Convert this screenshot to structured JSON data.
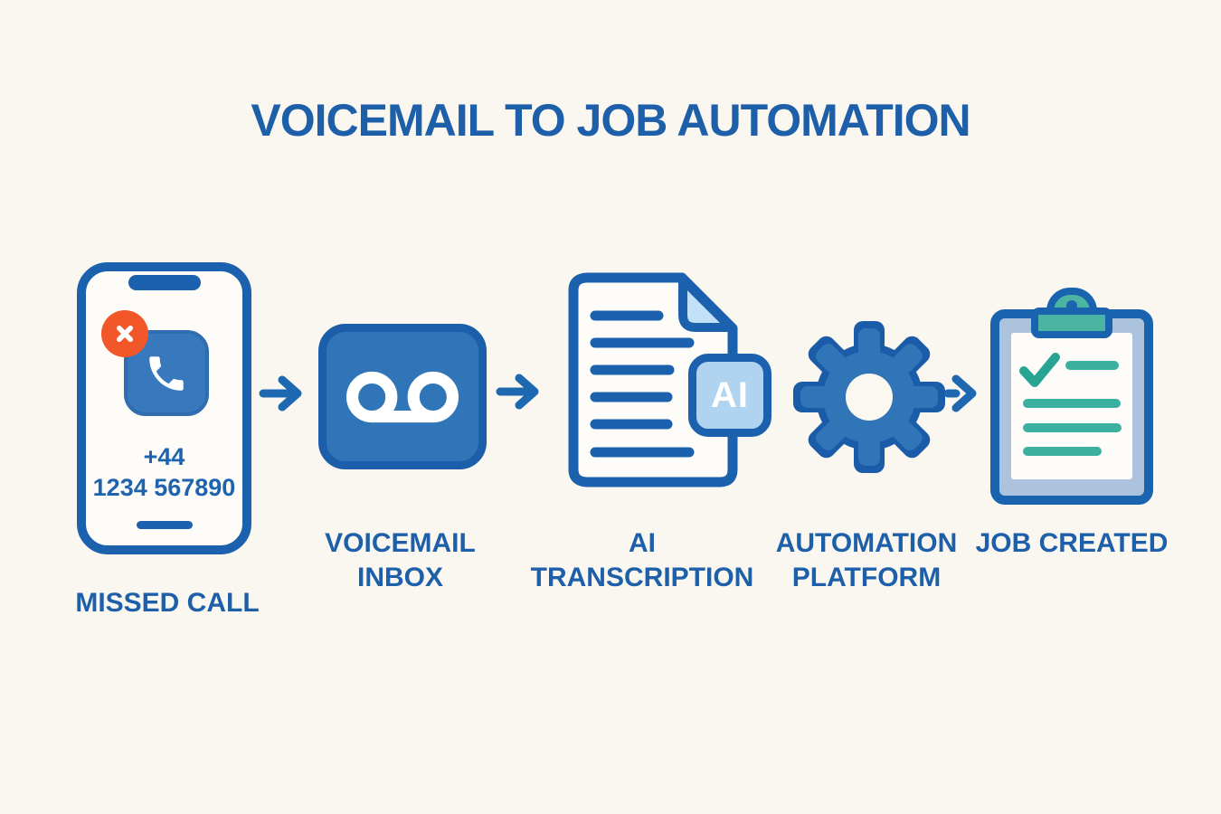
{
  "title": "VOICEMAIL TO JOB AUTOMATION",
  "steps": [
    {
      "id": "missed-call",
      "label": "MISSED CALL",
      "phone": {
        "country_code": "+44",
        "number": "1234 567890"
      }
    },
    {
      "id": "voicemail-inbox",
      "label": "VOICEMAIL INBOX"
    },
    {
      "id": "ai-transcription",
      "label": "AI TRANSCRIPTION",
      "badge": "AI"
    },
    {
      "id": "automation-platform",
      "label": "AUTOMATION PLATFORM"
    },
    {
      "id": "job-created",
      "label": "JOB CREATED"
    }
  ],
  "colors": {
    "background": "#faf7f1",
    "primary_blue_text": "#1e5faa",
    "icon_fill_blue": "#2f75b8",
    "icon_border_blue": "#1c61ae",
    "light_blue": "#b0d4ef",
    "alert_orange": "#f2572a",
    "teal": "#4bb4a3",
    "clipboard_gray_blue": "#abc3dc",
    "white": "#ffffff"
  },
  "icons": [
    "smartphone-icon",
    "missed-call-x-icon",
    "phone-handset-icon",
    "voicemail-icon",
    "document-icon",
    "ai-badge",
    "gear-icon",
    "clipboard-icon",
    "checkmark-icon",
    "arrow-right-icon"
  ]
}
